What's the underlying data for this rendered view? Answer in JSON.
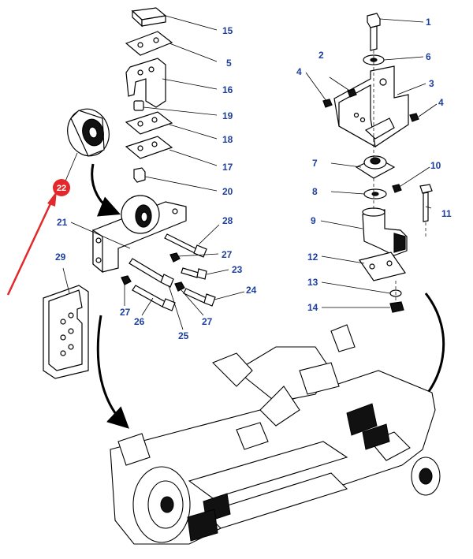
{
  "colors": {
    "callout_number": "#1f3f9f",
    "line": "#000000",
    "highlight_badge": "#e3282c",
    "highlight_arrow": "#e3282c",
    "badge_text": "#ffffff",
    "fill_part": "#ffffff",
    "shade": "#111111"
  },
  "callouts": [
    {
      "id": "1",
      "label": "1"
    },
    {
      "id": "2",
      "label": "2"
    },
    {
      "id": "3",
      "label": "3"
    },
    {
      "id": "4a",
      "label": "4"
    },
    {
      "id": "4b",
      "label": "4"
    },
    {
      "id": "5",
      "label": "5"
    },
    {
      "id": "6",
      "label": "6"
    },
    {
      "id": "7",
      "label": "7"
    },
    {
      "id": "8",
      "label": "8"
    },
    {
      "id": "9",
      "label": "9"
    },
    {
      "id": "10",
      "label": "10"
    },
    {
      "id": "11",
      "label": "11"
    },
    {
      "id": "12",
      "label": "12"
    },
    {
      "id": "13",
      "label": "13"
    },
    {
      "id": "14",
      "label": "14"
    },
    {
      "id": "15",
      "label": "15"
    },
    {
      "id": "16",
      "label": "16"
    },
    {
      "id": "17",
      "label": "17"
    },
    {
      "id": "18",
      "label": "18"
    },
    {
      "id": "19",
      "label": "19"
    },
    {
      "id": "20",
      "label": "20"
    },
    {
      "id": "21",
      "label": "21"
    },
    {
      "id": "23",
      "label": "23"
    },
    {
      "id": "24",
      "label": "24"
    },
    {
      "id": "25",
      "label": "25"
    },
    {
      "id": "26",
      "label": "26"
    },
    {
      "id": "27a",
      "label": "27"
    },
    {
      "id": "27b",
      "label": "27"
    },
    {
      "id": "27c",
      "label": "27"
    },
    {
      "id": "28",
      "label": "28"
    },
    {
      "id": "29",
      "label": "29"
    }
  ],
  "highlight": {
    "label": "22"
  }
}
